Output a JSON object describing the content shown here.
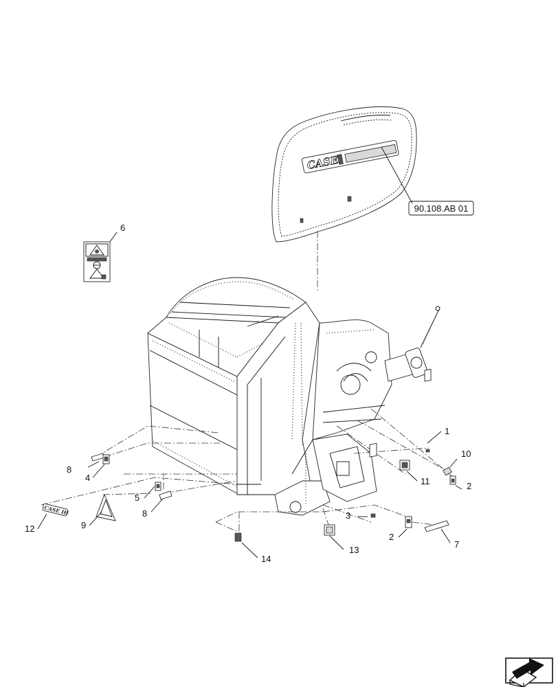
{
  "reference": {
    "label": "90.108.AB 01"
  },
  "callouts": [
    {
      "id": "c1",
      "label": "1"
    },
    {
      "id": "c2a",
      "label": "2"
    },
    {
      "id": "c2b",
      "label": "2"
    },
    {
      "id": "c3",
      "label": "3"
    },
    {
      "id": "c4",
      "label": "4"
    },
    {
      "id": "c5",
      "label": "5"
    },
    {
      "id": "c6",
      "label": "6"
    },
    {
      "id": "c7",
      "label": "7"
    },
    {
      "id": "c8a",
      "label": "8"
    },
    {
      "id": "c8b",
      "label": "8"
    },
    {
      "id": "c9",
      "label": "9"
    },
    {
      "id": "c10",
      "label": "10"
    },
    {
      "id": "c11",
      "label": "11"
    },
    {
      "id": "c12",
      "label": "12"
    },
    {
      "id": "c13",
      "label": "13"
    },
    {
      "id": "c14",
      "label": "14"
    }
  ],
  "decals": {
    "brand_script": "CASE IH"
  },
  "nav": {
    "icon": "next-page-arrow-icon"
  }
}
